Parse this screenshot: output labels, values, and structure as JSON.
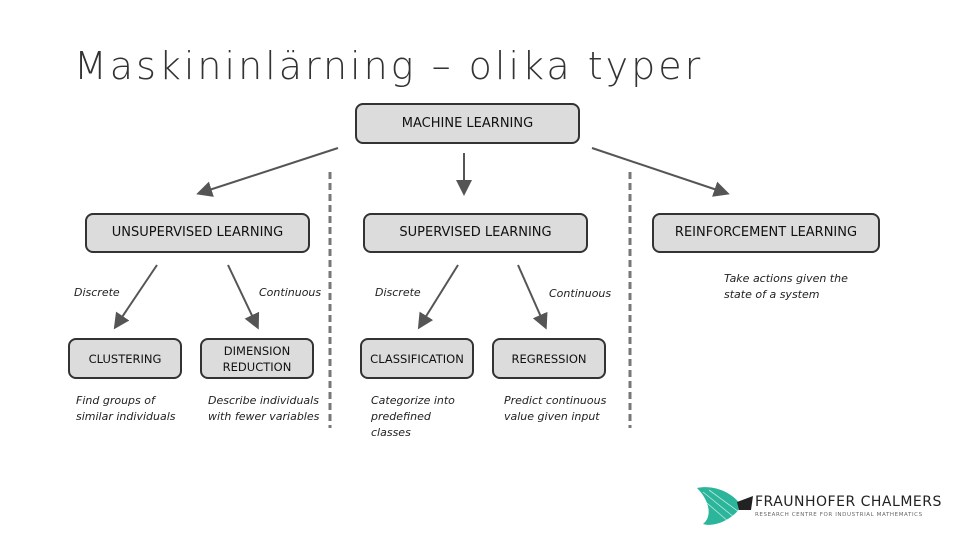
{
  "title": "Maskininlärning – olika typer",
  "root": "MACHINE LEARNING",
  "branches": [
    {
      "label": "UNSUPERVISED LEARNING"
    },
    {
      "label": "SUPERVISED LEARNING"
    },
    {
      "label": "REINFORCEMENT LEARNING",
      "description": "Take actions given the state of a system"
    }
  ],
  "unsupervised": {
    "discrete": "Discrete",
    "continuous": "Continuous",
    "leaves": [
      {
        "label": "CLUSTERING",
        "description": "Find groups of similar individuals"
      },
      {
        "label": "DIMENSION REDUCTION",
        "description": "Describe individuals with fewer variables"
      }
    ]
  },
  "supervised": {
    "discrete": "Discrete",
    "continuous": "Continuous",
    "leaves": [
      {
        "label": "CLASSIFICATION",
        "description": "Categorize into predefined classes"
      },
      {
        "label": "REGRESSION",
        "description": "Predict continuous value given input"
      }
    ]
  },
  "logo": {
    "name": "FRAUNHOFER CHALMERS",
    "subtitle": "RESEARCH CENTRE FOR INDUSTRIAL MATHEMATICS",
    "color": "#2bb59a"
  }
}
